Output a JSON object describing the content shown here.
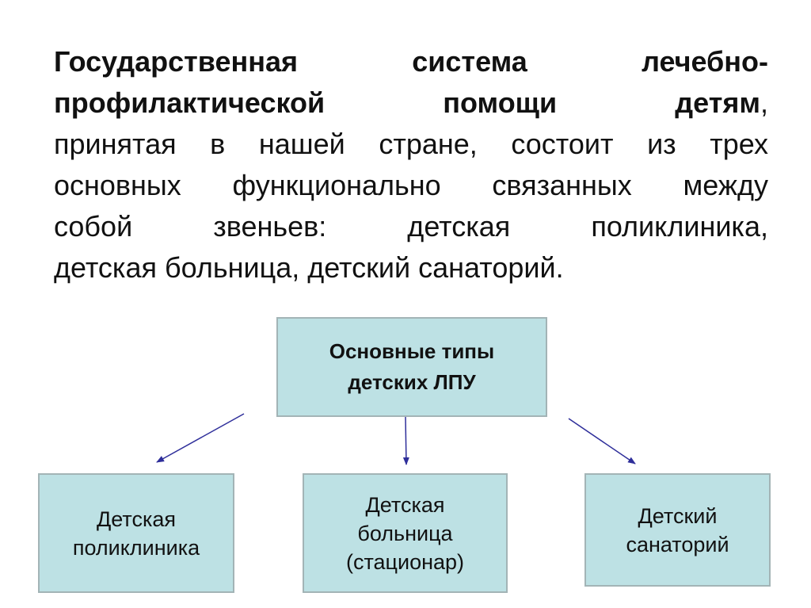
{
  "paragraph": {
    "line1": "Государственная система лечебно-",
    "line2_bold": "профилактической помощи детям",
    "line2_rest": ",",
    "line3": "принятая в нашей стране, состоит из трех",
    "line4": "основных функционально связанных между",
    "line5": "собой звеньев: детская поликлиника,",
    "line6": "детская больница, детский санаторий."
  },
  "diagram": {
    "root": {
      "line1": "Основные типы",
      "line2": "детских ЛПУ"
    },
    "children": [
      {
        "line1": "Детская",
        "line2": "поликлиника"
      },
      {
        "line1": "Детская",
        "line2": "больница",
        "line3": "(стационар)"
      },
      {
        "line1": "Детский",
        "line2": "санаторий"
      }
    ],
    "colors": {
      "box_fill": "#bde1e4",
      "arrow": "#2e2e9a"
    }
  }
}
